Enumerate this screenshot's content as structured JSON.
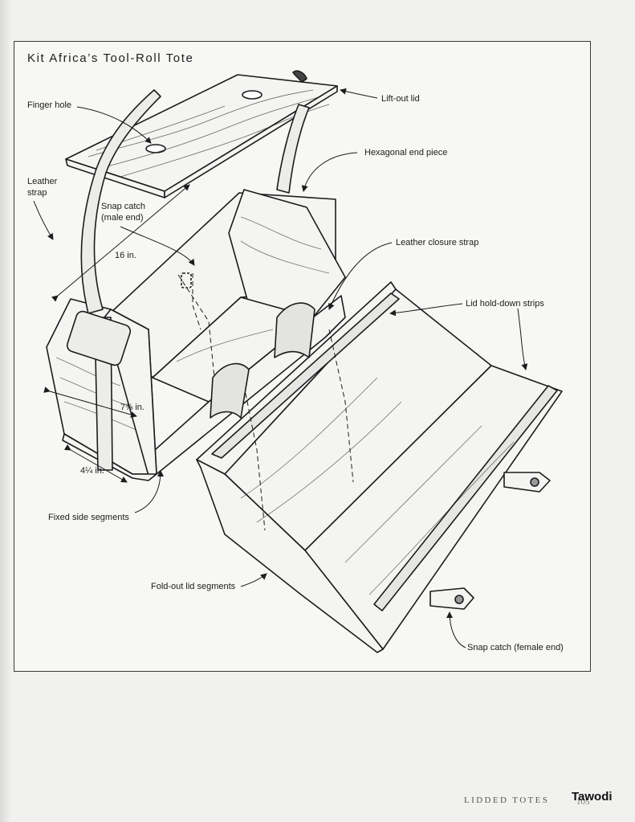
{
  "title": "Kit Africa’s Tool-Roll Tote",
  "labels": {
    "finger_hole": "Finger hole",
    "lift_out_lid": "Lift-out lid",
    "leather_strap_1": "Leather",
    "leather_strap_2": "strap",
    "hexagonal_end_piece": "Hexagonal end piece",
    "snap_catch_male_1": "Snap catch",
    "snap_catch_male_2": "(male end)",
    "leather_closure_strap": "Leather closure strap",
    "length_16": "16 in.",
    "lid_hold_down_strips": "Lid hold-down strips",
    "dim_7_3_8": "7⅜ in.",
    "dim_4_1_4": "4¼ in.",
    "fixed_side_segments": "Fixed side segments",
    "fold_out_lid_segments": "Fold-out lid segments",
    "snap_catch_female": "Snap catch (female end)"
  },
  "footer": {
    "section": "LIDDED TOTES",
    "page": "105",
    "watermark": "Tawodi"
  },
  "colors": {
    "ink": "#1c1c1c",
    "wood": "#f4f4f2",
    "paper": "#f1f1ef"
  }
}
